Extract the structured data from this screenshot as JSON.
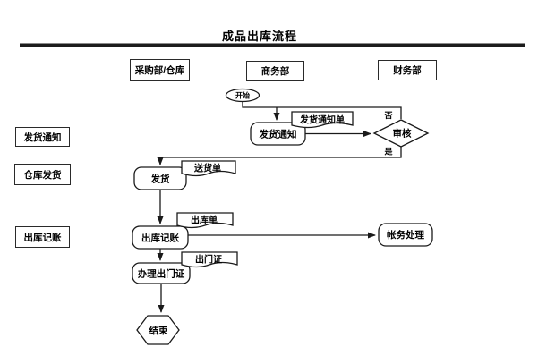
{
  "title": "成品出库流程",
  "departments": {
    "purchasing_warehouse": "采购部/仓库",
    "business": "商务部",
    "finance": "财务部"
  },
  "phases": {
    "shipping_notice": "发货通知",
    "warehouse_shipping": "仓库发货",
    "outbound_posting": "出库记账"
  },
  "flow": {
    "start": "开始",
    "shipping_notice": "发货通知",
    "shipping_notice_doc": "发货通知单",
    "review": "审核",
    "review_no": "否",
    "review_yes": "是",
    "ship": "发货",
    "delivery_note_doc": "送货单",
    "outbound_posting": "出库记账",
    "outbound_order_doc": "出库单",
    "accounting_process": "帐务处理",
    "exit_permit_process": "办理出门证",
    "exit_permit_doc": "出门证",
    "end": "结束"
  },
  "colors": {
    "line": "#1a1a1a",
    "shape_fill": "#ffffff",
    "text": "#000000",
    "background": "#ffffff"
  }
}
